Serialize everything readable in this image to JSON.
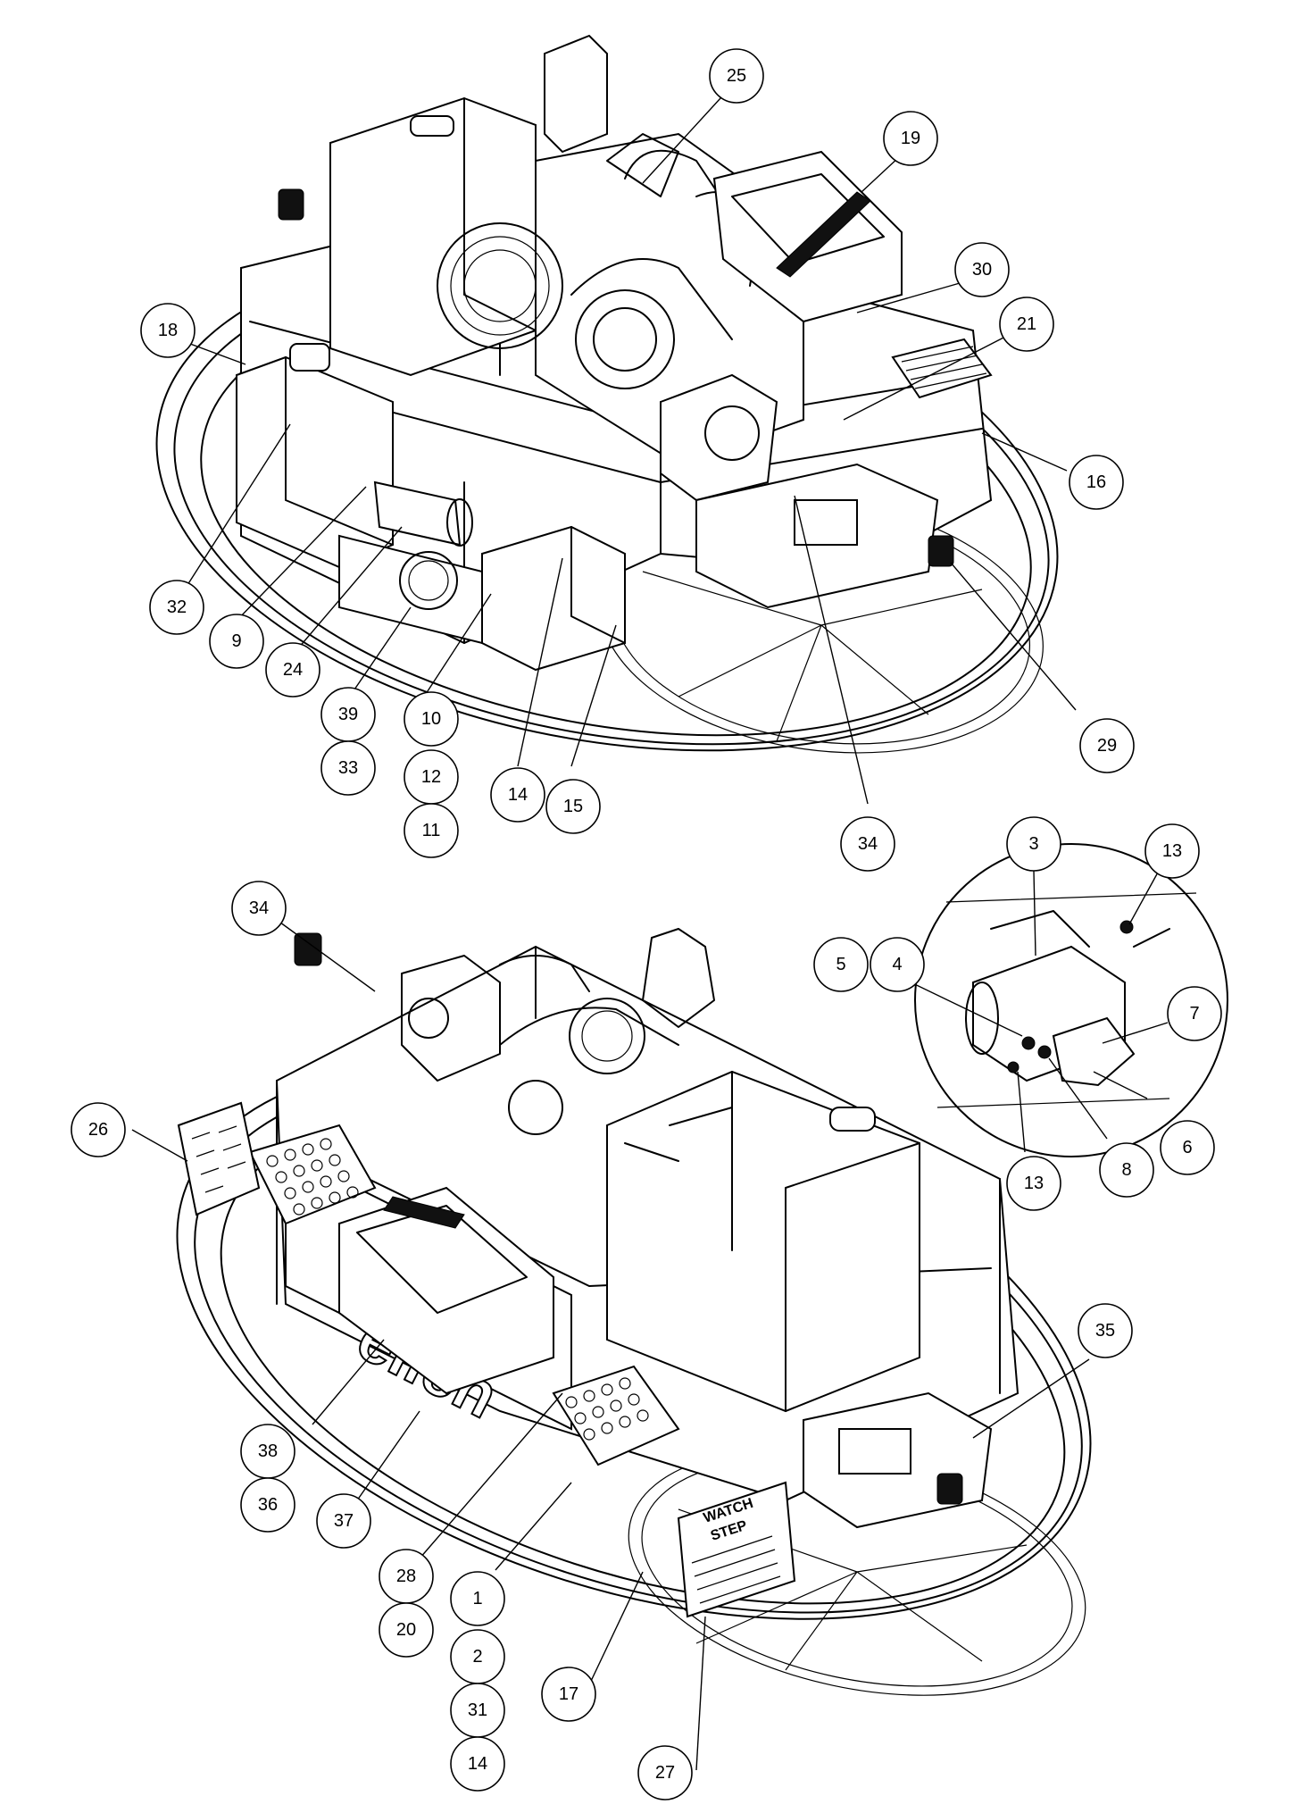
{
  "brand_text": "ellen",
  "step_plate_text": [
    "WATCH",
    "STEP"
  ],
  "callouts": [
    {
      "id": "c25",
      "label": "25"
    },
    {
      "id": "c19",
      "label": "19"
    },
    {
      "id": "c30",
      "label": "30"
    },
    {
      "id": "c21",
      "label": "21"
    },
    {
      "id": "c18",
      "label": "18"
    },
    {
      "id": "c16",
      "label": "16"
    },
    {
      "id": "c32",
      "label": "32"
    },
    {
      "id": "c9",
      "label": "9"
    },
    {
      "id": "c24",
      "label": "24"
    },
    {
      "id": "c39",
      "label": "39"
    },
    {
      "id": "c33",
      "label": "33"
    },
    {
      "id": "c10",
      "label": "10"
    },
    {
      "id": "c12",
      "label": "12"
    },
    {
      "id": "c11",
      "label": "11"
    },
    {
      "id": "c14a",
      "label": "14"
    },
    {
      "id": "c15",
      "label": "15"
    },
    {
      "id": "c34a",
      "label": "34"
    },
    {
      "id": "c29",
      "label": "29"
    },
    {
      "id": "c3",
      "label": "3"
    },
    {
      "id": "c13a",
      "label": "13"
    },
    {
      "id": "c5",
      "label": "5"
    },
    {
      "id": "c4",
      "label": "4"
    },
    {
      "id": "c7",
      "label": "7"
    },
    {
      "id": "c6",
      "label": "6"
    },
    {
      "id": "c8",
      "label": "8"
    },
    {
      "id": "c13b",
      "label": "13"
    },
    {
      "id": "c34b",
      "label": "34"
    },
    {
      "id": "c26",
      "label": "26"
    },
    {
      "id": "c35",
      "label": "35"
    },
    {
      "id": "c38",
      "label": "38"
    },
    {
      "id": "c36",
      "label": "36"
    },
    {
      "id": "c37",
      "label": "37"
    },
    {
      "id": "c28",
      "label": "28"
    },
    {
      "id": "c20",
      "label": "20"
    },
    {
      "id": "c1",
      "label": "1"
    },
    {
      "id": "c2",
      "label": "2"
    },
    {
      "id": "c31",
      "label": "31"
    },
    {
      "id": "c14b",
      "label": "14"
    },
    {
      "id": "c17",
      "label": "17"
    },
    {
      "id": "c27",
      "label": "27"
    }
  ]
}
